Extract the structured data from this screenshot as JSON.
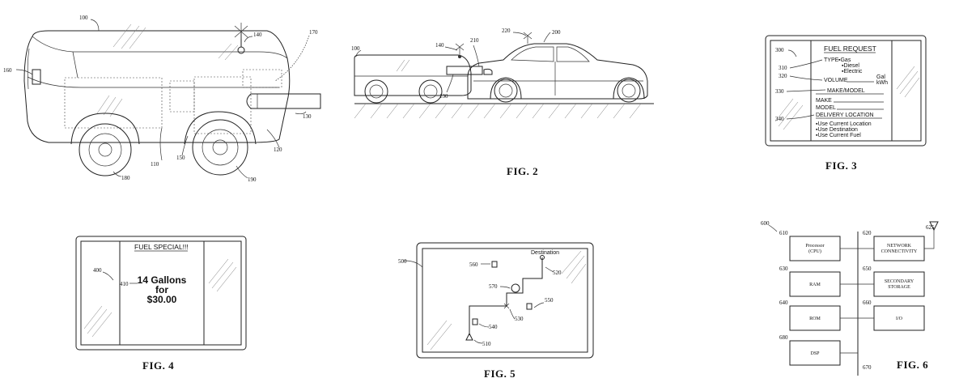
{
  "fig1": {
    "caption": "",
    "refs": {
      "r100": "100",
      "r140": "140",
      "r170": "170",
      "r160": "160",
      "r130": "130",
      "r120": "120",
      "r110": "110",
      "r150": "150",
      "r180": "180",
      "r190": "190"
    }
  },
  "fig2": {
    "caption": "FIG. 2",
    "refs": {
      "r100": "100",
      "r140": "140",
      "r210": "210",
      "r220": "220",
      "r200": "200",
      "r130": "130"
    }
  },
  "fig3": {
    "caption": "FIG. 3",
    "refs": {
      "r300": "300",
      "r310": "310",
      "r320": "320",
      "r330": "330",
      "r340": "340"
    },
    "screen": {
      "title": "FUEL REQUEST",
      "type_label": "TYPE",
      "type_options": [
        "▪Gas",
        "▪Diesel",
        "▪Electric"
      ],
      "volume_label": "VOLUME",
      "unit_gal": "Gal",
      "unit_kwh": "kWh",
      "make_model": "MAKE/MODEL",
      "make": "MAKE",
      "model": "MODEL",
      "delivery": "DELIVERY LOCATION",
      "delivery_options": [
        "▪Use Current Location",
        "▪Use Destination",
        "▪Use Current Fuel"
      ]
    }
  },
  "fig4": {
    "caption": "FIG. 4",
    "refs": {
      "r400": "400",
      "r410": "410"
    },
    "screen": {
      "title": "FUEL SPECIAL!!!",
      "line1": "14 Gallons",
      "line2": "for",
      "line3": "$30.00"
    }
  },
  "fig5": {
    "caption": "FIG. 5",
    "refs": {
      "r500": "500",
      "r560": "560",
      "r520": "520",
      "r570": "570",
      "r550": "550",
      "r530": "530",
      "r540": "540",
      "r510": "510"
    },
    "destination": "Destination"
  },
  "fig6": {
    "caption": "FIG. 6",
    "refs": {
      "r600": "600",
      "r610": "610",
      "r620": "620",
      "r625": "625",
      "r630": "630",
      "r650": "650",
      "r640": "640",
      "r660": "660",
      "r680": "680",
      "r670": "670"
    },
    "blocks": {
      "cpu1": "Processor",
      "cpu2": "(CPU)",
      "net1": "NETWORK",
      "net2": "CONNECTIVITY",
      "ram": "RAM",
      "sec1": "SECONDARY",
      "sec2": "STORAGE",
      "rom": "ROM",
      "io": "I/O",
      "dsp": "DSP"
    }
  }
}
